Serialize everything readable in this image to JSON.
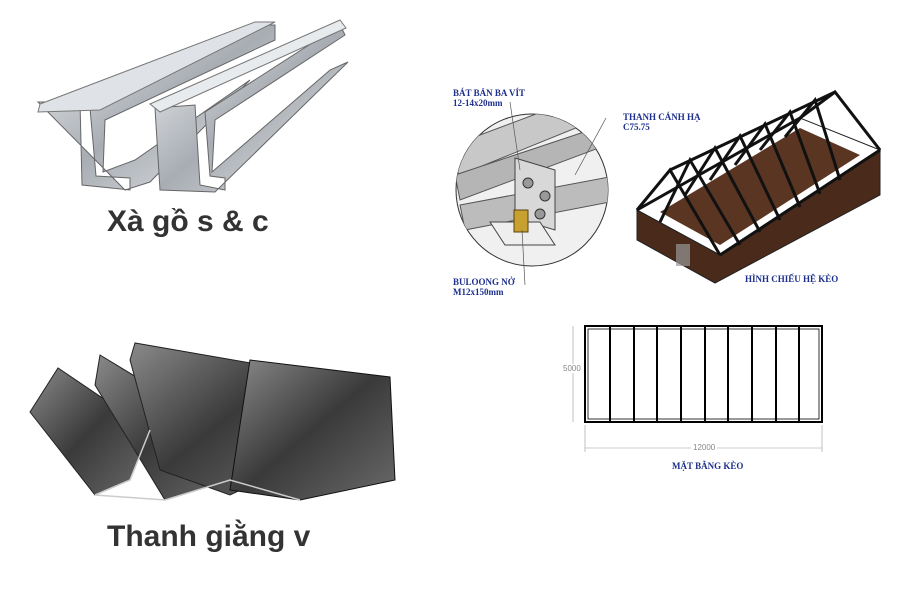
{
  "products": {
    "purlin_caption": "Xà gồ s & c",
    "angle_caption": "Thanh giằng v"
  },
  "detail": {
    "bracket_label": "BÁT BẢN BA VÍT",
    "bracket_spec": "12-14x20mm",
    "chord_label": "THANH CÁNH HẠ",
    "chord_spec": "C75.75",
    "bolt_label": "BULOONG NỞ",
    "bolt_spec": "M12x150mm",
    "iso_caption": "HÌNH CHIẾU HỆ KÈO"
  },
  "plan": {
    "width_dim": "12000",
    "depth_dim": "5000",
    "caption": "MẶT BẰNG KÈO"
  },
  "colors": {
    "label_blue": "#1d2f8c",
    "wall_brown": "#4a2a1a"
  }
}
